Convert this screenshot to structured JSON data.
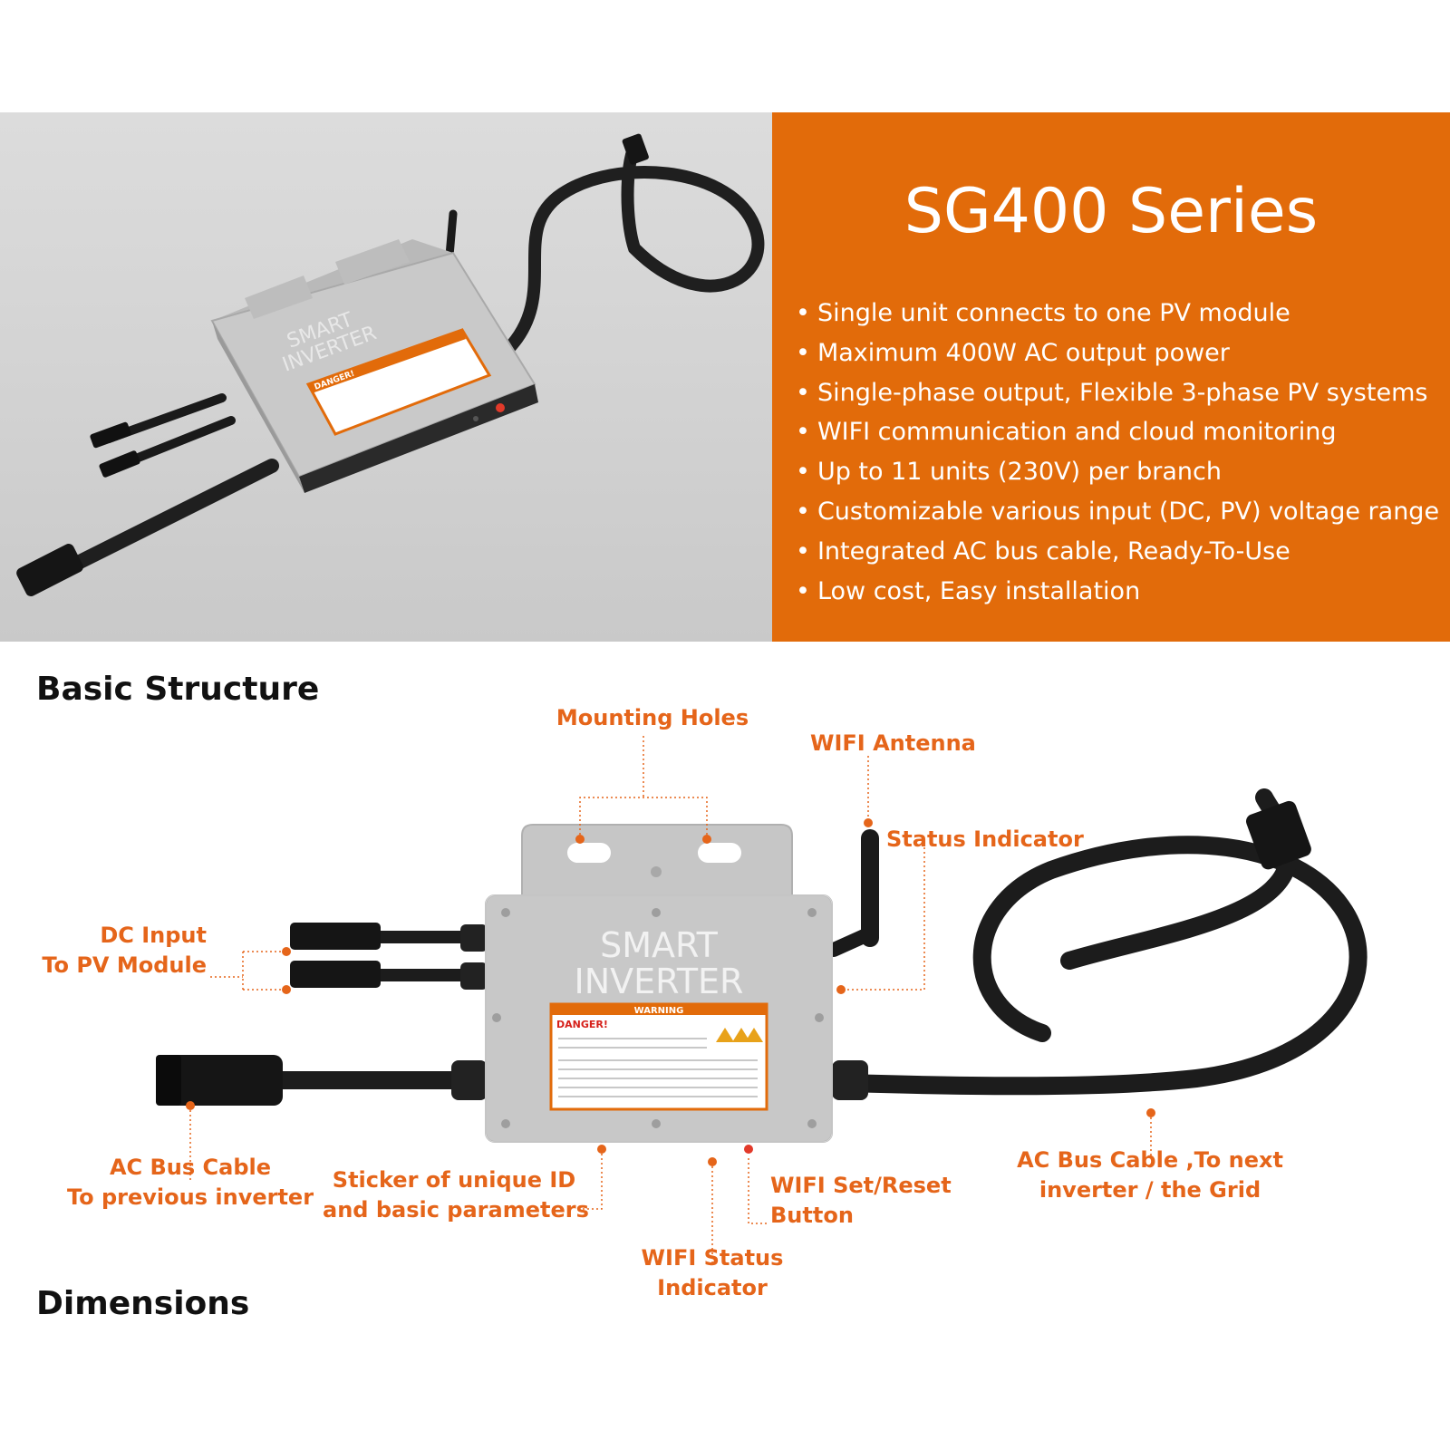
{
  "banner": {
    "title": "SG400 Series",
    "features": [
      "Single unit connects to one PV module",
      "Maximum 400W AC output power",
      "Single-phase output, Flexible 3-phase PV systems",
      "WIFI communication and cloud monitoring",
      "Up to 11 units (230V) per branch",
      "Customizable various input (DC, PV) voltage range",
      "Integrated AC bus cable, Ready-To-Use",
      "Low cost, Easy installation"
    ],
    "colors": {
      "accent": "#e26b0a",
      "panel_gray": "#d4d4d4"
    }
  },
  "photo": {
    "device_text": [
      "SMART",
      "INVERTER"
    ],
    "sticker_heading": "DANGER!"
  },
  "sections": {
    "basic_structure": "Basic Structure",
    "dimensions": "Dimensions"
  },
  "diagram": {
    "device_text": {
      "line1": "SMART",
      "line2": "INVERTER",
      "band": "WARNING"
    },
    "sticker": {
      "heading": "DANGER!"
    },
    "callouts": {
      "mounting_holes": [
        "Mounting Holes"
      ],
      "wifi_antenna": [
        "WIFI Antenna"
      ],
      "status_indicator": [
        "Status Indicator"
      ],
      "dc_input": [
        "DC Input",
        "To PV Module"
      ],
      "ac_bus_prev": [
        "AC Bus Cable",
        "To previous inverter"
      ],
      "sticker_id": [
        "Sticker of unique ID",
        "and basic parameters"
      ],
      "wifi_reset": [
        "WIFI Set/Reset",
        "Button"
      ],
      "wifi_status": [
        "WIFI Status",
        "Indicator"
      ],
      "ac_bus_next": [
        "AC Bus Cable ,To next",
        "inverter / the Grid"
      ]
    },
    "colors": {
      "callout": "#e5651a",
      "leader": "#e5651a",
      "housing": "#c8c8c8",
      "cable": "#1c1c1c"
    }
  }
}
